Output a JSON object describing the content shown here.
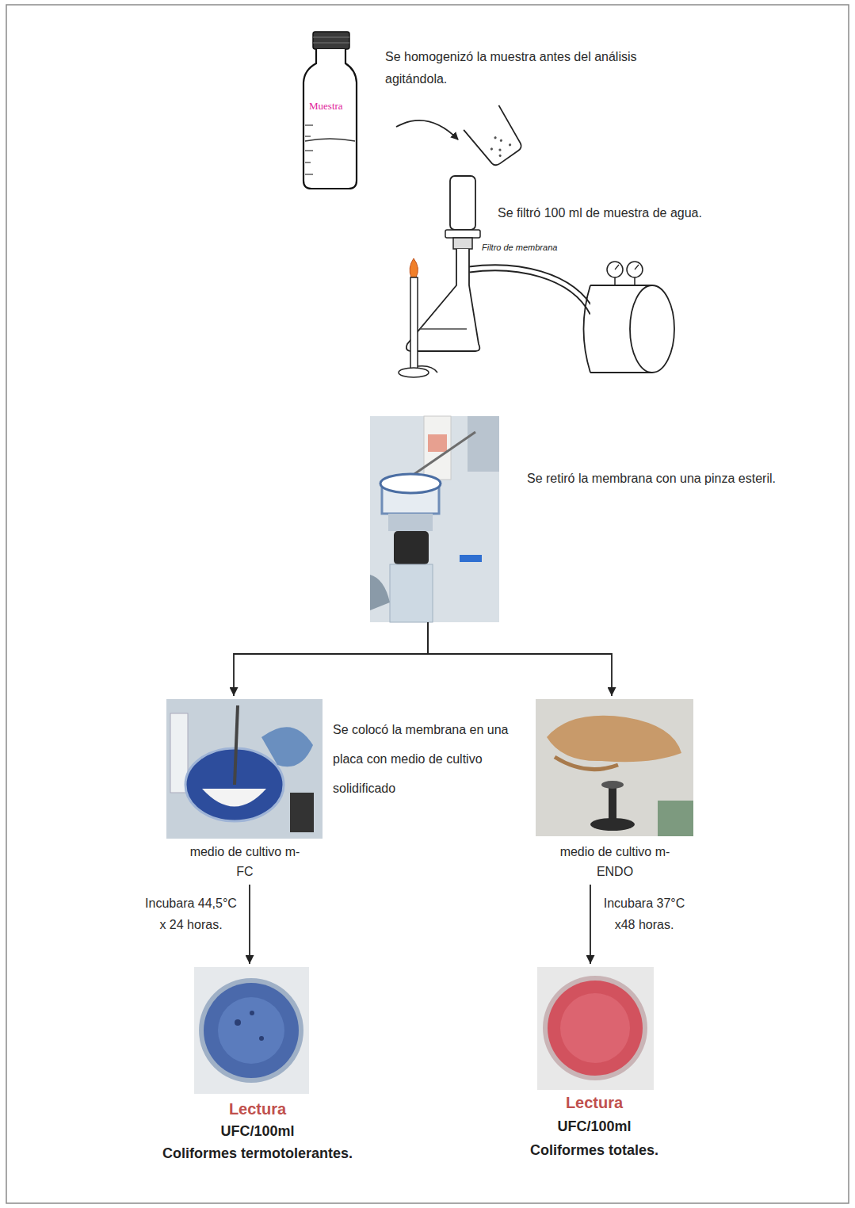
{
  "diagram": {
    "nodes": [
      {
        "text": [
          "Se homogenizó la muestra antes del análisis agitándola."
        ]
      },
      {
        "text": [
          "Se filtró 100 ml de muestra de agua."
        ]
      },
      {
        "text": [
          "Se retiró la membrana con una pinza esteril."
        ]
      },
      {
        "text": [
          "medio de cultivo m-FC"
        ]
      },
      {
        "text": [
          "medio de cultivo m-ENDO"
        ]
      },
      {
        "text": [
          "Lectura",
          "UFC/100ml",
          "Coliformes termotolerantes."
        ]
      },
      {
        "text": [
          "Lectura",
          "UFC/100ml",
          "Coliformes totales."
        ]
      }
    ],
    "edges": [
      {
        "from": 2,
        "to": 3,
        "arrow": "to"
      },
      {
        "from": 2,
        "to": 4,
        "arrow": "to"
      },
      {
        "from": 3,
        "to": 5,
        "label": "Incubara 44,5°C x 24 horas.",
        "arrow": "to"
      },
      {
        "from": 4,
        "to": 6,
        "label": "Incubara 37°C x48 horas.",
        "arrow": "to"
      }
    ],
    "labels": [
      "Muestra",
      "Filtro de membrana",
      "Se colocó la membrana en una placa con medio de cultivo solidificado"
    ]
  }
}
